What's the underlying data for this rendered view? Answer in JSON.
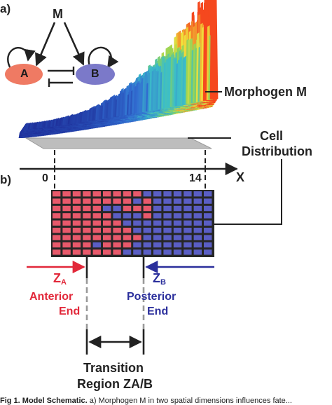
{
  "panels": {
    "a": "a)",
    "b": "b)"
  },
  "regulators": {
    "morphogen": "M",
    "gene_a": "A",
    "gene_b": "B"
  },
  "labels": {
    "morphogen": "Morphogen M",
    "cell_line1": "Cell",
    "cell_line2": "Distribution",
    "axis_start": "0",
    "axis_end": "14",
    "axis_name": "X",
    "za_main": "Z",
    "za_sub": "A",
    "zb_main": "Z",
    "zb_sub": "B",
    "anterior1": "Anterior",
    "anterior2": "End",
    "posterior1": "Posterior",
    "posterior2": "End",
    "transition1": "Transition",
    "transition2": "Region ZA/B"
  },
  "caption": {
    "bold": "Fig 1. Model Schematic.",
    "text": " a) Morphogen M in two spatial dimensions influences fate..."
  },
  "colors": {
    "gene_a_node": "#ef7a63",
    "gene_b_node": "#7b79c9",
    "anterior": "#e2283a",
    "posterior": "#2b2f9c",
    "cell_red": "#e8596b",
    "cell_blue": "#5a5ec4",
    "surface_low": "#1e2f9a",
    "surface_high": "#f5481e",
    "cell_plate": "#bdbdbd"
  },
  "grid": {
    "rows": 9,
    "cols": 16
  }
}
